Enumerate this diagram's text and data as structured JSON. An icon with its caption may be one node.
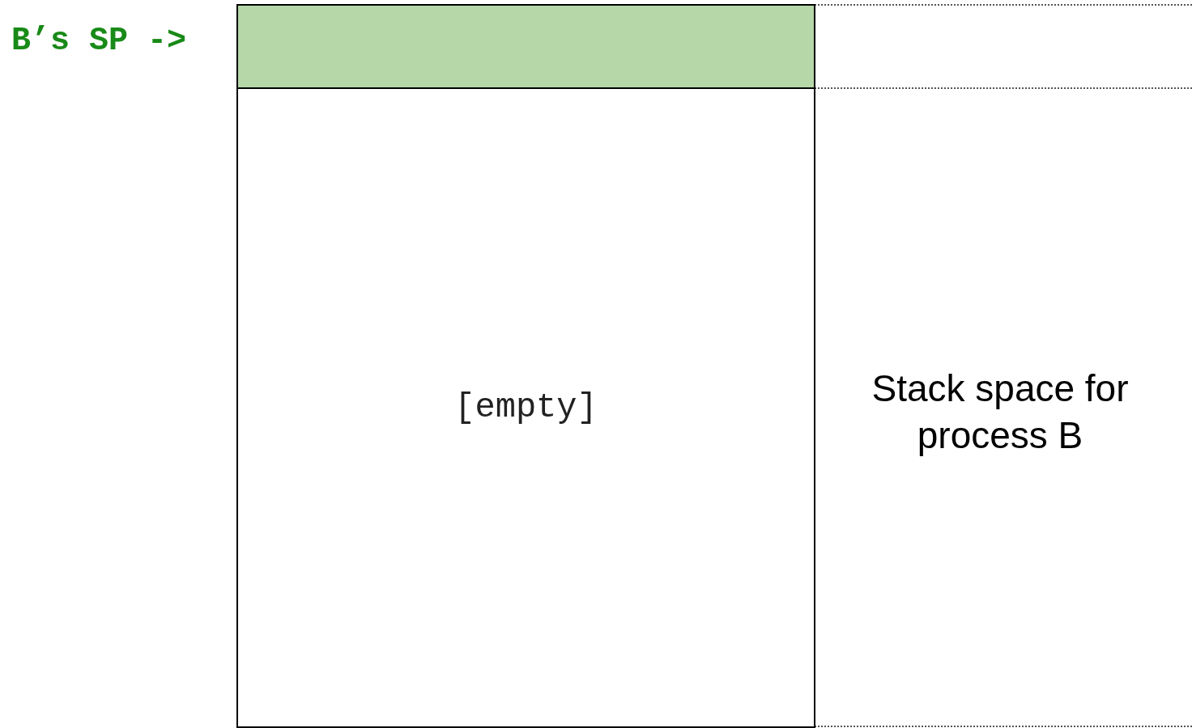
{
  "diagram": {
    "nodes": [
      {
        "text": [],
        "shape": "box"
      },
      {
        "text": [
          "[empty]"
        ]
      }
    ],
    "labels": [
      "B’s SP ->",
      "Stack space for process B"
    ]
  }
}
